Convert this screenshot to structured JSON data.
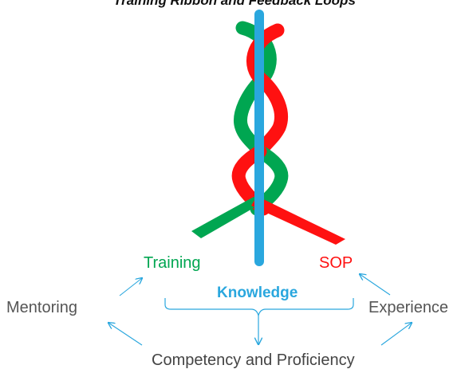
{
  "diagram": {
    "title": "Training Ribbon and Feedback Loops",
    "labels": {
      "training": "Training",
      "sop": "SOP",
      "knowledge": "Knowledge",
      "mentoring": "Mentoring",
      "experience": "Experience",
      "competency": "Competency and Proficiency"
    },
    "colors": {
      "training_ribbon": "#00a651",
      "sop_ribbon": "#ff1111",
      "center_bar": "#2aa7de",
      "connector": "#2aa7de",
      "text_gray": "#555555"
    }
  }
}
